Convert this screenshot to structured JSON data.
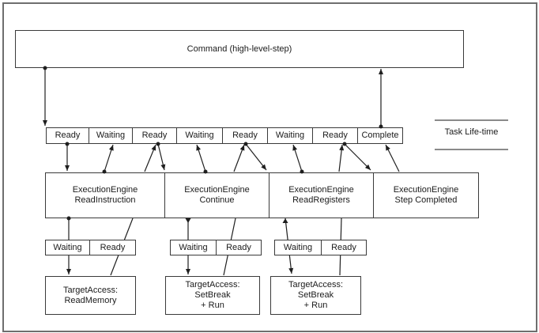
{
  "diagram": {
    "command": {
      "label": "Command (high-level-step)"
    },
    "legend": {
      "label": "Task Life-time"
    },
    "lifetime_strip": {
      "cells": [
        "Ready",
        "Waiting",
        "Ready",
        "Waiting",
        "Ready",
        "Waiting",
        "Ready",
        "Complete"
      ]
    },
    "execution_engines": [
      {
        "lines": [
          "ExecutionEngine",
          "ReadInstruction"
        ]
      },
      {
        "lines": [
          "ExecutionEngine",
          "Continue"
        ]
      },
      {
        "lines": [
          "ExecutionEngine",
          "ReadRegisters"
        ]
      },
      {
        "lines": [
          "ExecutionEngine",
          "Step Completed"
        ]
      }
    ],
    "state_pairs": [
      {
        "left": "Waiting",
        "right": "Ready"
      },
      {
        "left": "Waiting",
        "right": "Ready"
      },
      {
        "left": "Waiting",
        "right": "Ready"
      }
    ],
    "target_access": [
      {
        "lines": [
          "TargetAccess:",
          "ReadMemory"
        ]
      },
      {
        "lines": [
          "TargetAccess:",
          "SetBreak",
          "+ Run"
        ]
      },
      {
        "lines": [
          "TargetAccess:",
          "SetBreak",
          "+ Run"
        ]
      }
    ],
    "line_color": "#1f1f1f",
    "border_color": "#3a3a3a"
  }
}
